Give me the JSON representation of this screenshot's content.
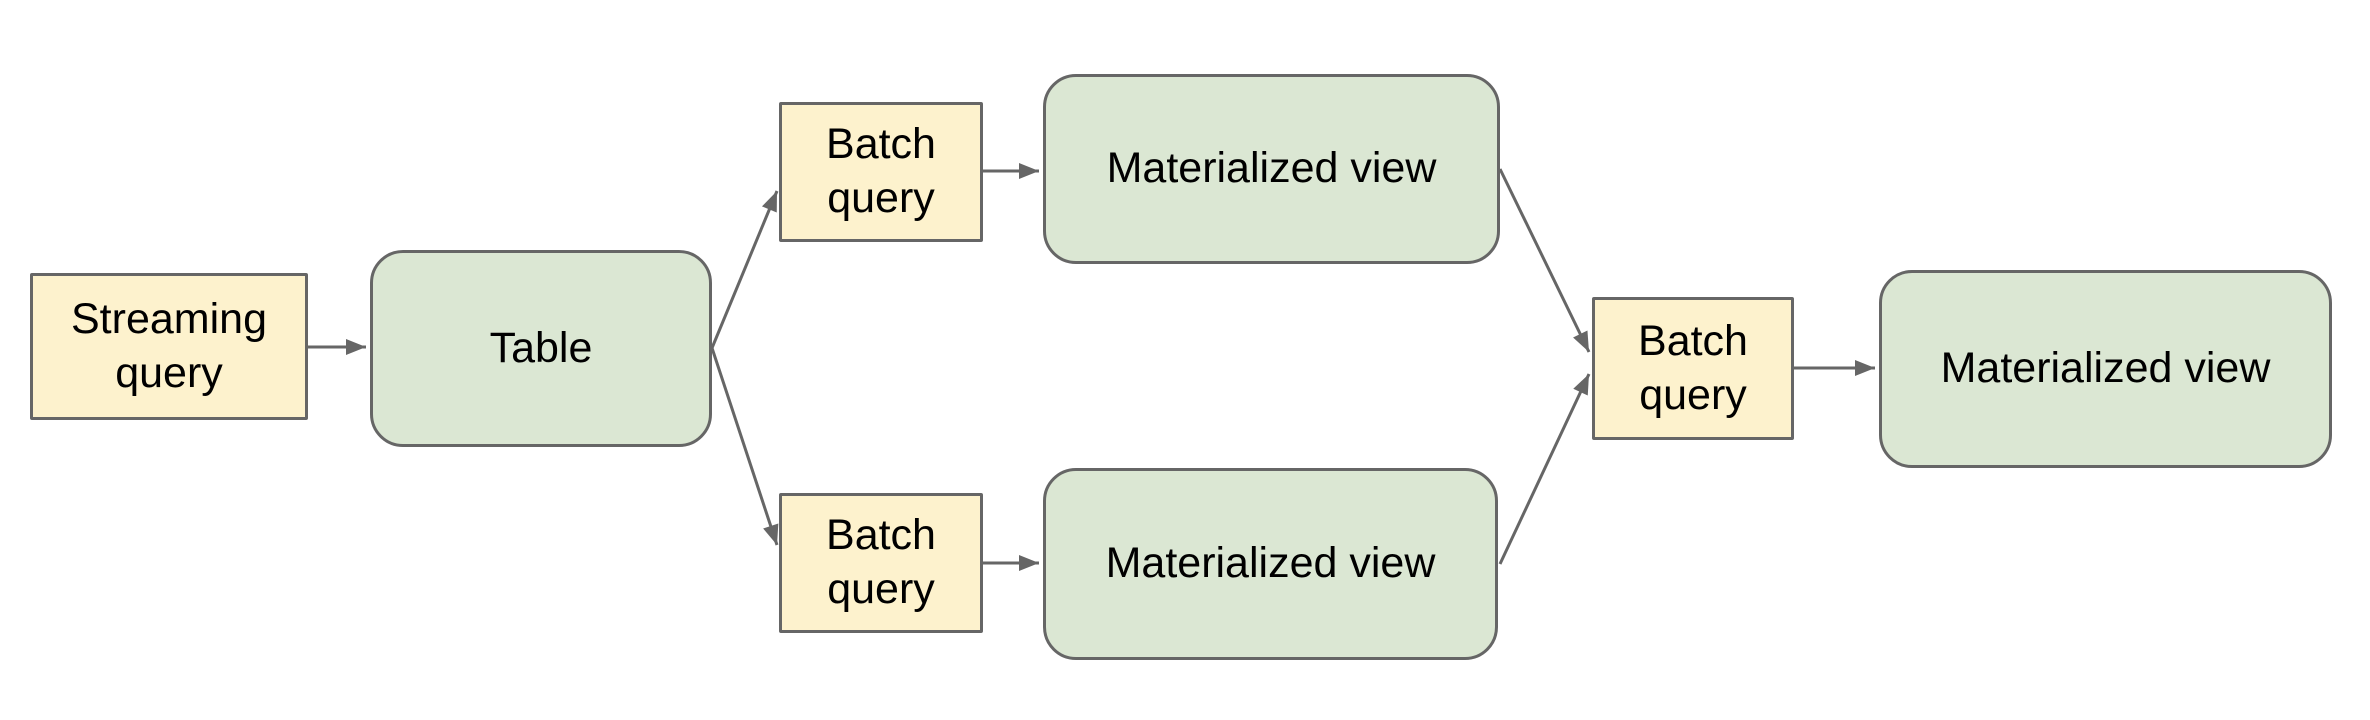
{
  "diagram": {
    "background_color": "#ffffff",
    "colors": {
      "query_fill": "#fdf2cd",
      "view_fill": "#dbe7d3",
      "node_border": "#666666",
      "arrow": "#666666",
      "text": "#000000"
    },
    "nodes": [
      {
        "id": "streaming-query",
        "type": "query",
        "label": "Streaming query"
      },
      {
        "id": "table",
        "type": "view",
        "label": "Table"
      },
      {
        "id": "batch-query-top",
        "type": "query",
        "label": "Batch query"
      },
      {
        "id": "materialized-view-top",
        "type": "view",
        "label": "Materialized view"
      },
      {
        "id": "batch-query-bottom",
        "type": "query",
        "label": "Batch query"
      },
      {
        "id": "materialized-view-bottom",
        "type": "view",
        "label": "Materialized view"
      },
      {
        "id": "batch-query-right",
        "type": "query",
        "label": "Batch query"
      },
      {
        "id": "materialized-view-right",
        "type": "view",
        "label": "Materialized view"
      }
    ],
    "edges": [
      {
        "from": "streaming-query",
        "to": "table"
      },
      {
        "from": "table",
        "to": "batch-query-top"
      },
      {
        "from": "table",
        "to": "batch-query-bottom"
      },
      {
        "from": "batch-query-top",
        "to": "materialized-view-top"
      },
      {
        "from": "batch-query-bottom",
        "to": "materialized-view-bottom"
      },
      {
        "from": "materialized-view-top",
        "to": "batch-query-right"
      },
      {
        "from": "materialized-view-bottom",
        "to": "batch-query-right"
      },
      {
        "from": "batch-query-right",
        "to": "materialized-view-right"
      }
    ]
  }
}
